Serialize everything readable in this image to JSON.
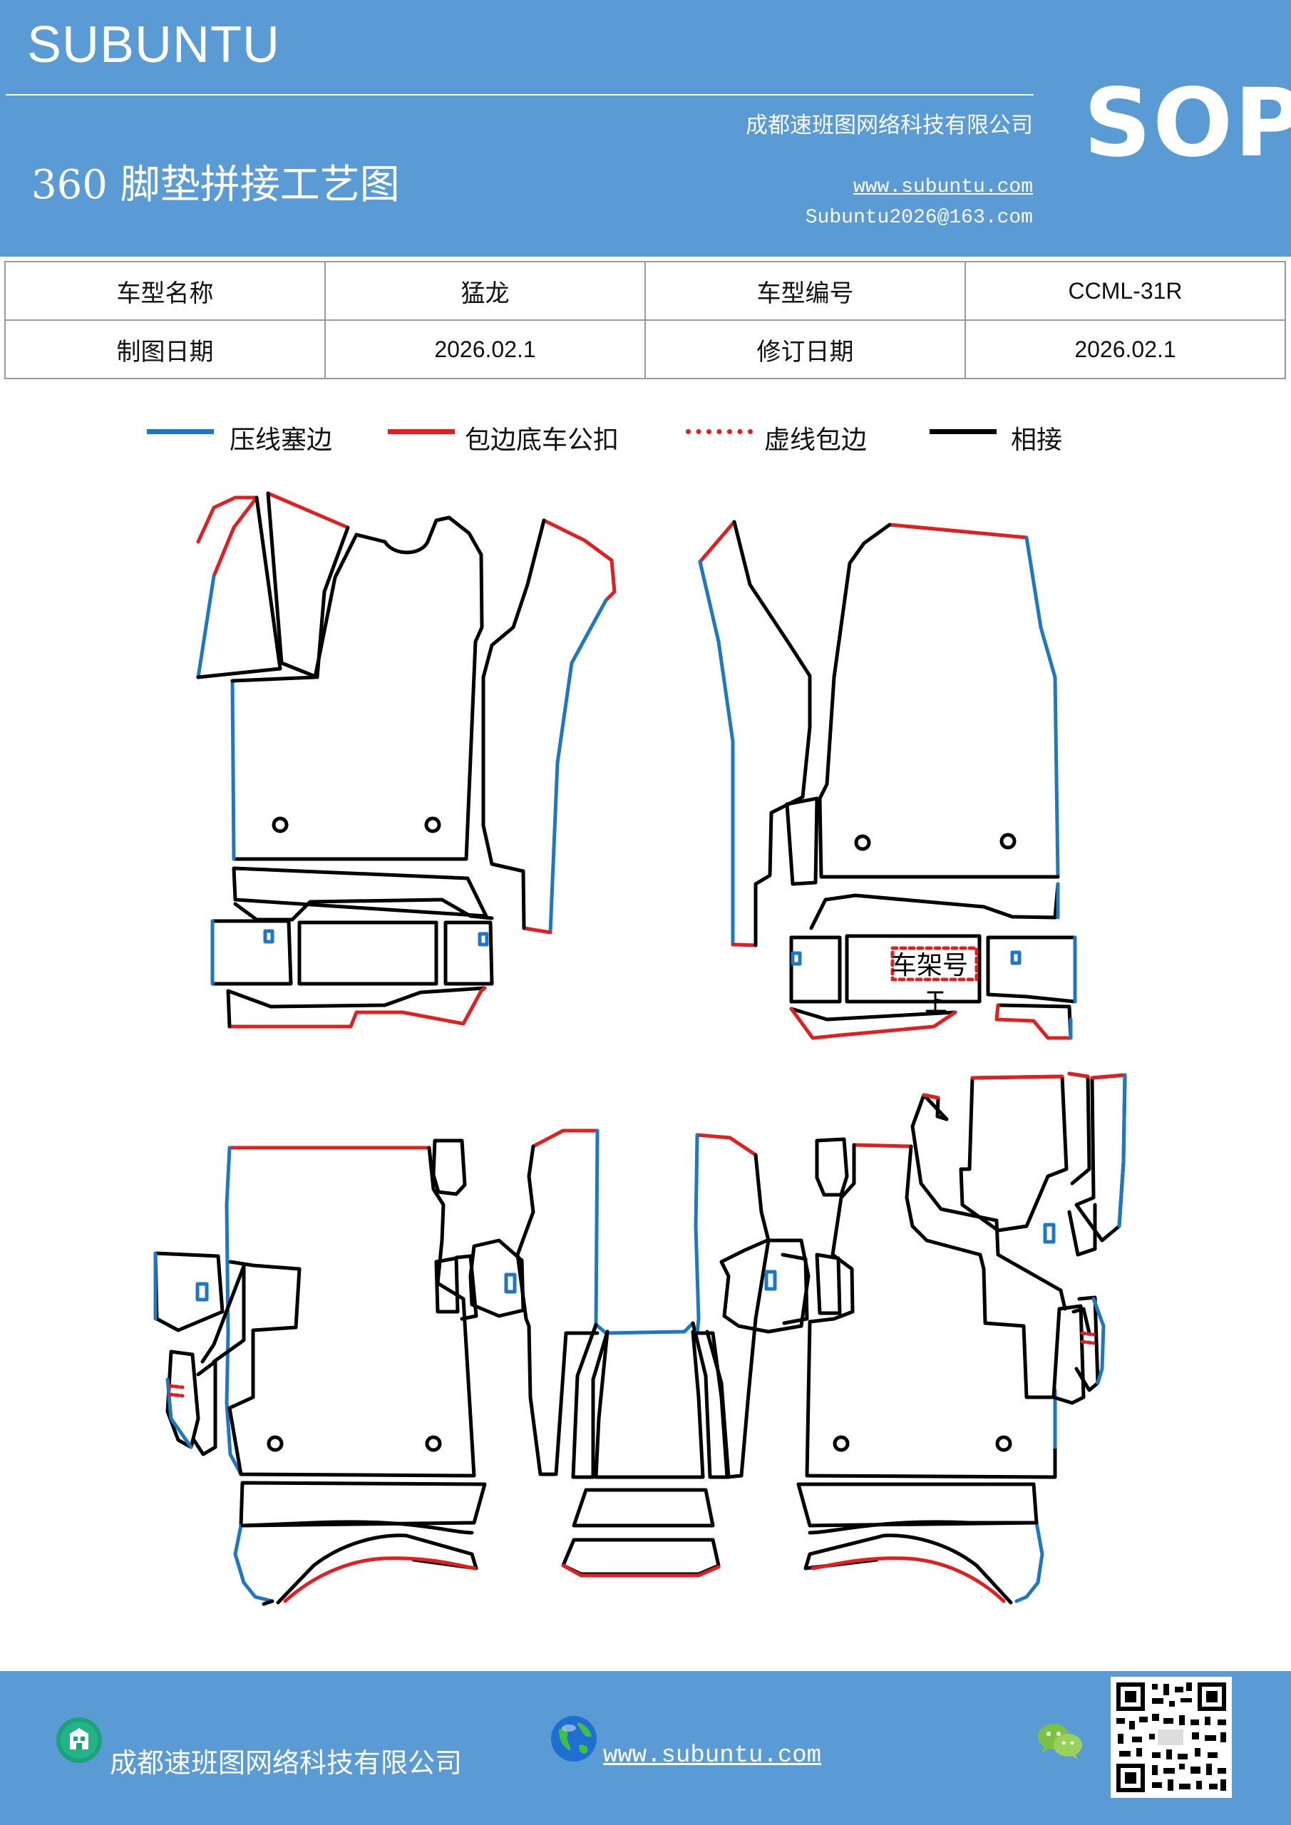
{
  "header": {
    "brand": "SUBUNTU",
    "company": "成都速班图网络科技有限公司",
    "title": "360 脚垫拼接工艺图",
    "website": "www.subuntu.com",
    "email": "Subuntu2026@163.com",
    "badge": "SOP"
  },
  "info_table": {
    "row1": [
      "车型名称",
      "猛龙",
      "车型编号",
      "CCML-31R"
    ],
    "row2": [
      "制图日期",
      "2026.02.1",
      "修订日期",
      "2026.02.1"
    ]
  },
  "legend": [
    {
      "label": "压线塞边",
      "color": "#1f77c4",
      "style": "solid"
    },
    {
      "label": "包边底车公扣",
      "color": "#e02020",
      "style": "solid"
    },
    {
      "label": "虚线包边",
      "color": "#e02020",
      "style": "dotted"
    },
    {
      "label": "相接",
      "color": "#000000",
      "style": "solid"
    }
  ],
  "diagram": {
    "frame_label": "车架号"
  },
  "footer": {
    "company": "成都速班图网络科技有限公司",
    "website": "www.subuntu.com"
  },
  "icons": [
    "building-icon",
    "globe-icon",
    "wechat-icon",
    "qr-code"
  ],
  "colors": {
    "header_bg": "#5b9bd5",
    "blue_edge": "#1f77c4",
    "red_edge": "#e02020"
  }
}
